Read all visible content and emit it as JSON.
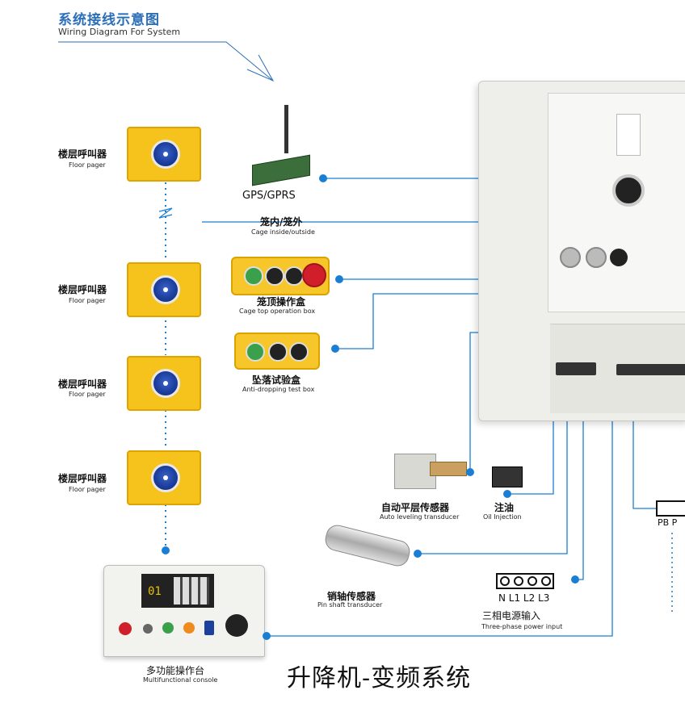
{
  "header": {
    "title_cn": "系统接线示意图",
    "title_en": "Wiring Diagram For System"
  },
  "floor_pager": {
    "cn": "楼层呼叫器",
    "en": "Floor pager"
  },
  "gps": {
    "label": "GPS/GPRS"
  },
  "cage": {
    "cn": "笼内/笼外",
    "en": "Cage inside/outside"
  },
  "cage_top": {
    "cn": "笼顶操作盒",
    "en": "Cage top operation box"
  },
  "anti_drop": {
    "cn": "坠落试验盒",
    "en": "Anti-dropping test box"
  },
  "auto_level": {
    "cn": "自动平层传感器",
    "en": "Auto leveling transducer"
  },
  "oil": {
    "cn": "注油",
    "en": "Oil Injection"
  },
  "pin_shaft": {
    "cn": "销轴传感器",
    "en": "Pin shaft transducer"
  },
  "power": {
    "terminals": "N L1 L2 L3",
    "cn": "三相电源输入",
    "en": "Three-phase power input"
  },
  "pb_label": "PB P",
  "console": {
    "cn": "多功能操作台",
    "en": "Multifunctional console",
    "display": "01"
  },
  "footer": {
    "title": "升降机-变频系统"
  },
  "colors": {
    "accent": "#1a7fd4",
    "pager": "#f6c21c",
    "cabinet": "#eeeeea"
  }
}
